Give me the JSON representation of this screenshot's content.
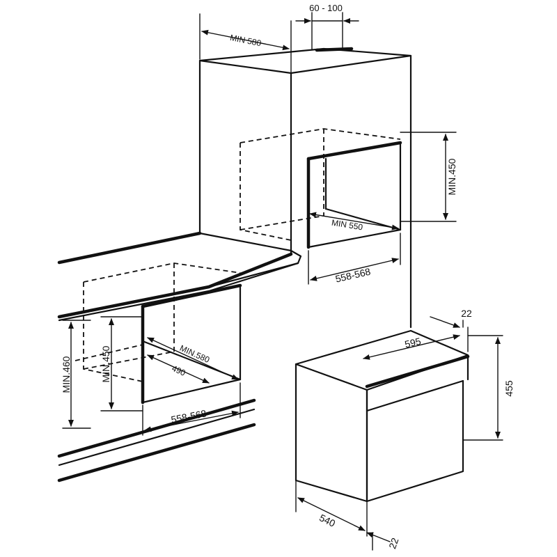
{
  "labels": {
    "min_580_top": "MIN 580",
    "gap_60_100": "60 - 100",
    "min_450_upper": "MIN.450",
    "min_550": "MIN 550",
    "width_558_568_upper": "558-568",
    "min_460": "MIN.460",
    "min_450_lower": "MIN.450",
    "min_580_lower": "MIN.580",
    "depth_490": "490",
    "width_558_568_lower": "558-568",
    "dim_22_top": "22",
    "dim_595": "595",
    "dim_455": "455",
    "dim_540": "540",
    "dim_22_bottom": "22"
  },
  "colors": {
    "line": "#111111",
    "background": "#ffffff"
  }
}
